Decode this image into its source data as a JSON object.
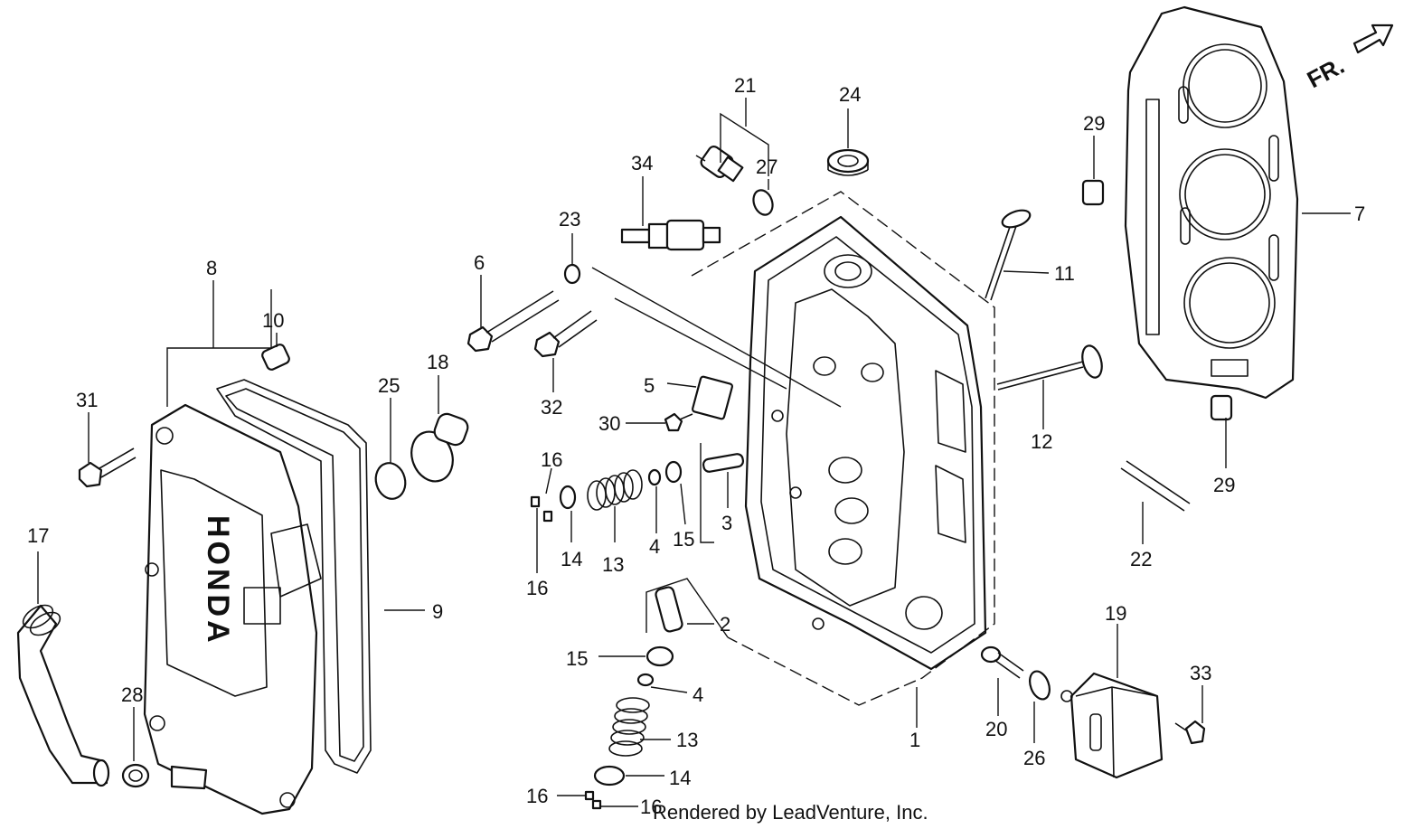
{
  "diagram": {
    "direction_label": "FR.",
    "credit": "Rendered by LeadVenture, Inc.",
    "callouts": [
      "1",
      "2",
      "3",
      "4",
      "4",
      "5",
      "6",
      "7",
      "8",
      "9",
      "10",
      "11",
      "12",
      "13",
      "13",
      "14",
      "14",
      "15",
      "15",
      "16",
      "16",
      "16",
      "16",
      "17",
      "18",
      "19",
      "20",
      "21",
      "22",
      "23",
      "24",
      "25",
      "26",
      "27",
      "28",
      "29",
      "29",
      "30",
      "31",
      "32",
      "33",
      "34"
    ],
    "brand_mark": "HONDA"
  }
}
